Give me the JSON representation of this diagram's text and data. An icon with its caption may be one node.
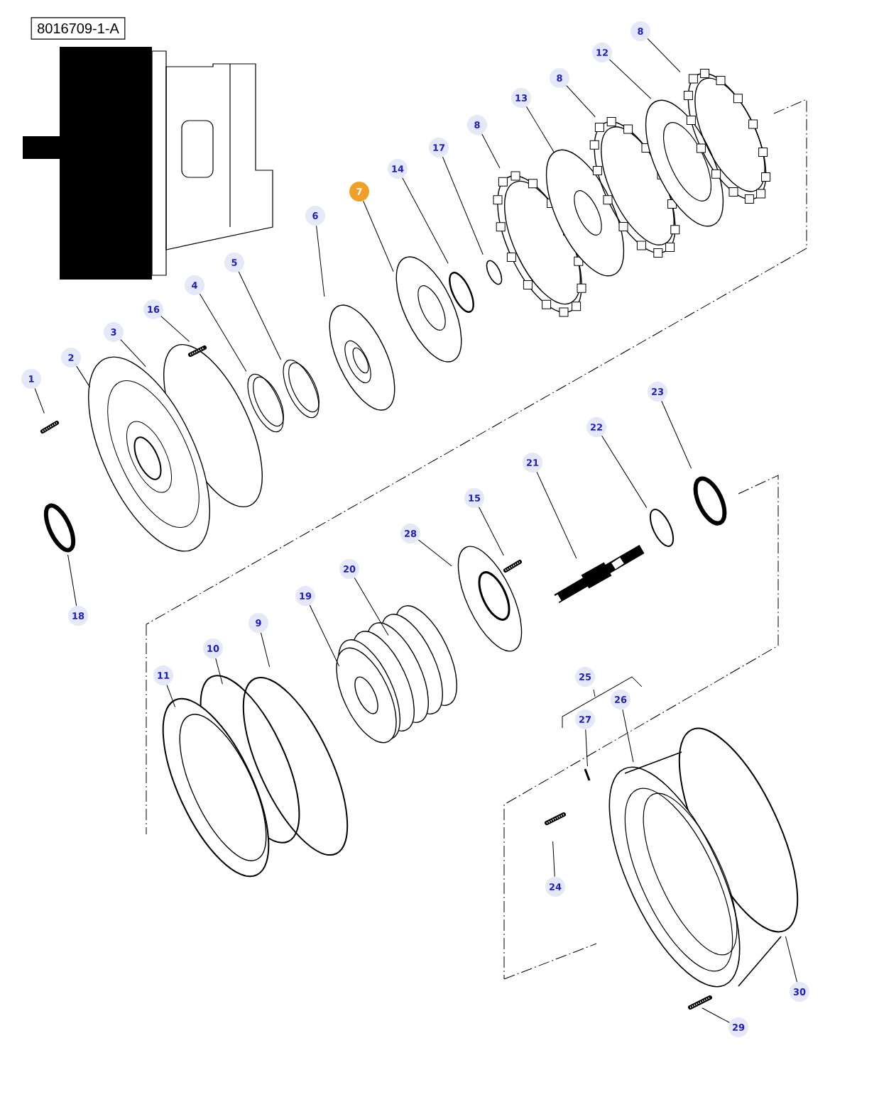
{
  "diagram": {
    "nodes": [
      {
        "text": [
          "8016709-1-A"
        ]
      },
      {
        "text": [
          "1"
        ]
      },
      {
        "text": [
          "2"
        ]
      },
      {
        "text": [
          "3"
        ]
      },
      {
        "text": [
          "16"
        ]
      },
      {
        "text": [
          "4"
        ]
      },
      {
        "text": [
          "5"
        ]
      },
      {
        "text": [
          "6"
        ]
      },
      {
        "text": [
          "7"
        ]
      },
      {
        "text": [
          "14"
        ]
      },
      {
        "text": [
          "17"
        ]
      },
      {
        "text": [
          "8"
        ]
      },
      {
        "text": [
          "13"
        ]
      },
      {
        "text": [
          "8"
        ]
      },
      {
        "text": [
          "12"
        ]
      },
      {
        "text": [
          "8"
        ]
      },
      {
        "text": [
          "18"
        ]
      },
      {
        "text": [
          "23"
        ]
      },
      {
        "text": [
          "22"
        ]
      },
      {
        "text": [
          "21"
        ]
      },
      {
        "text": [
          "15"
        ]
      },
      {
        "text": [
          "28"
        ]
      },
      {
        "text": [
          "20"
        ]
      },
      {
        "text": [
          "19"
        ]
      },
      {
        "text": [
          "9"
        ]
      },
      {
        "text": [
          "10"
        ]
      },
      {
        "text": [
          "11"
        ]
      },
      {
        "text": [
          "25"
        ]
      },
      {
        "text": [
          "26"
        ]
      },
      {
        "text": [
          "27"
        ]
      },
      {
        "text": [
          "24"
        ]
      },
      {
        "text": [
          "30"
        ]
      },
      {
        "text": [
          "29"
        ]
      }
    ],
    "edges": [
      {
        "from": 1,
        "to": null,
        "arrow": "none"
      },
      {
        "from": 2,
        "to": null,
        "arrow": "none"
      },
      {
        "from": 3,
        "to": null,
        "arrow": "none"
      },
      {
        "from": 4,
        "to": null,
        "arrow": "none"
      },
      {
        "from": 5,
        "to": null,
        "arrow": "none"
      },
      {
        "from": 6,
        "to": null,
        "arrow": "none"
      },
      {
        "from": 7,
        "to": null,
        "arrow": "none"
      },
      {
        "from": 8,
        "to": null,
        "arrow": "none"
      },
      {
        "from": 9,
        "to": null,
        "arrow": "none"
      },
      {
        "from": 10,
        "to": null,
        "arrow": "none"
      },
      {
        "from": 11,
        "to": null,
        "arrow": "none"
      },
      {
        "from": 12,
        "to": null,
        "arrow": "none"
      },
      {
        "from": 13,
        "to": null,
        "arrow": "none"
      },
      {
        "from": 14,
        "to": null,
        "arrow": "none"
      },
      {
        "from": 15,
        "to": null,
        "arrow": "none"
      },
      {
        "from": 16,
        "to": null,
        "arrow": "none"
      },
      {
        "from": 17,
        "to": null,
        "arrow": "none"
      },
      {
        "from": 18,
        "to": null,
        "arrow": "none"
      },
      {
        "from": 19,
        "to": null,
        "arrow": "none"
      },
      {
        "from": 20,
        "to": null,
        "arrow": "none"
      },
      {
        "from": 21,
        "to": null,
        "arrow": "none"
      },
      {
        "from": 22,
        "to": null,
        "arrow": "none"
      },
      {
        "from": 23,
        "to": null,
        "arrow": "none"
      },
      {
        "from": 24,
        "to": null,
        "arrow": "none"
      },
      {
        "from": 25,
        "to": null,
        "arrow": "none"
      },
      {
        "from": 26,
        "to": null,
        "arrow": "none"
      },
      {
        "from": 28,
        "to": null,
        "arrow": "none"
      },
      {
        "from": 29,
        "to": null,
        "arrow": "none"
      },
      {
        "from": 30,
        "to": null,
        "arrow": "none"
      },
      {
        "from": 31,
        "to": null,
        "arrow": "none"
      },
      {
        "from": 32,
        "to": null,
        "arrow": "none"
      }
    ]
  }
}
